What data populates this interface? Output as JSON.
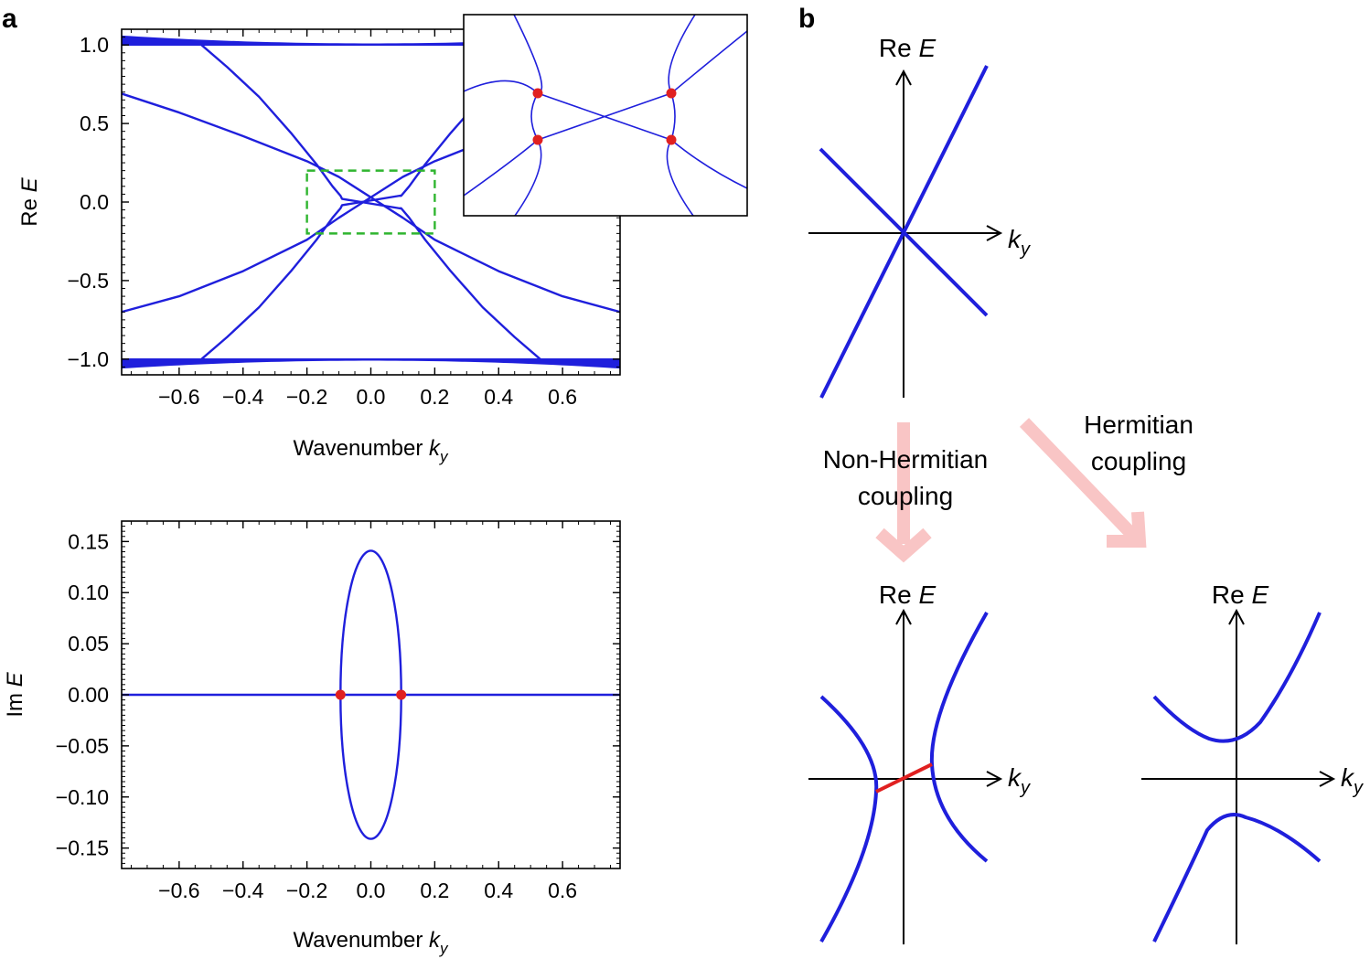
{
  "panels": {
    "a": "a",
    "b": "b"
  },
  "colors": {
    "curve": "#1f1fdc",
    "band": "#1f1fdc",
    "ep_point": "#e02020",
    "zoom_box": "#2fb52f",
    "arrow": "#f9c5c5",
    "coupling_line": "#e02020"
  },
  "chart_data": [
    {
      "type": "line",
      "ylabel_prefix": "Re",
      "ylabel_var": "E",
      "xlabel_prefix": "Wavenumber",
      "xlabel_var": "k",
      "xlabel_sub": "y",
      "xlim": [
        -0.78,
        0.78
      ],
      "ylim": [
        -1.1,
        1.1
      ],
      "xticks": [
        -0.6,
        -0.4,
        -0.2,
        0.0,
        0.2,
        0.4,
        0.6
      ],
      "xtick_labels": [
        "−0.6",
        "−0.4",
        "−0.2",
        "0.0",
        "0.2",
        "0.4",
        "0.6"
      ],
      "yticks": [
        1.0,
        0.5,
        0.0,
        -0.5,
        -1.0
      ],
      "ytick_labels": [
        "1.0",
        "0.5",
        "0.0",
        "−0.5",
        "−1.0"
      ],
      "bands": [
        {
          "edge": 1.0,
          "min_thickness": 0.01,
          "max_thickness": 0.06
        },
        {
          "edge": -1.0,
          "min_thickness": 0.01,
          "max_thickness": 0.06
        }
      ],
      "series": [
        {
          "points": [
            [
              -0.78,
              0.69
            ],
            [
              -0.6,
              0.57
            ],
            [
              -0.4,
              0.42
            ],
            [
              -0.2,
              0.26
            ],
            [
              -0.1,
              0.16
            ],
            [
              0.1,
              -0.1
            ],
            [
              0.2,
              -0.24
            ],
            [
              0.4,
              -0.44
            ],
            [
              0.6,
              -0.6
            ],
            [
              0.78,
              -0.7
            ]
          ]
        },
        {
          "points": [
            [
              -0.78,
              -0.7
            ],
            [
              -0.6,
              -0.6
            ],
            [
              -0.4,
              -0.44
            ],
            [
              -0.2,
              -0.24
            ],
            [
              -0.1,
              -0.1
            ],
            [
              0.1,
              0.16
            ],
            [
              0.2,
              0.26
            ],
            [
              0.4,
              0.42
            ],
            [
              0.6,
              0.57
            ],
            [
              0.78,
              0.69
            ]
          ]
        },
        {
          "points": [
            [
              -0.53,
              1.0
            ],
            [
              -0.45,
              0.86
            ],
            [
              -0.35,
              0.67
            ],
            [
              -0.25,
              0.44
            ],
            [
              -0.17,
              0.24
            ],
            [
              -0.12,
              0.1
            ],
            [
              -0.095,
              0.04
            ],
            [
              -0.09,
              0.02
            ],
            [
              0.09,
              -0.04
            ],
            [
              0.095,
              -0.04
            ],
            [
              0.12,
              -0.1
            ],
            [
              0.17,
              -0.24
            ],
            [
              0.25,
              -0.44
            ],
            [
              0.35,
              -0.67
            ],
            [
              0.45,
              -0.86
            ],
            [
              0.53,
              -1.0
            ]
          ]
        },
        {
          "points": [
            [
              -0.53,
              -1.0
            ],
            [
              -0.45,
              -0.86
            ],
            [
              -0.35,
              -0.67
            ],
            [
              -0.25,
              -0.44
            ],
            [
              -0.17,
              -0.24
            ],
            [
              -0.12,
              -0.1
            ],
            [
              -0.095,
              -0.04
            ],
            [
              -0.09,
              -0.02
            ],
            [
              0.09,
              0.04
            ],
            [
              0.095,
              0.04
            ],
            [
              0.12,
              0.1
            ],
            [
              0.17,
              0.24
            ],
            [
              0.25,
              0.44
            ],
            [
              0.35,
              0.67
            ],
            [
              0.45,
              0.86
            ],
            [
              0.53,
              1.0
            ]
          ]
        }
      ],
      "zoom_box": {
        "x": [
          -0.2,
          0.2
        ],
        "y": [
          -0.2,
          0.2
        ]
      },
      "inset": {
        "ep_points": 4,
        "window": "zoom of dashed region"
      }
    },
    {
      "type": "line",
      "ylabel_prefix": "Im",
      "ylabel_var": "E",
      "xlabel_prefix": "Wavenumber",
      "xlabel_var": "k",
      "xlabel_sub": "y",
      "xlim": [
        -0.78,
        0.78
      ],
      "ylim": [
        -0.17,
        0.17
      ],
      "xticks": [
        -0.6,
        -0.4,
        -0.2,
        0.0,
        0.2,
        0.4,
        0.6
      ],
      "xtick_labels": [
        "−0.6",
        "−0.4",
        "−0.2",
        "0.0",
        "0.2",
        "0.4",
        "0.6"
      ],
      "yticks": [
        0.15,
        0.1,
        0.05,
        0.0,
        -0.05,
        -0.1,
        -0.15
      ],
      "ytick_labels": [
        "0.15",
        "0.10",
        "0.05",
        "0.00",
        "−0.05",
        "−0.10",
        "−0.15"
      ],
      "series": [
        {
          "points": [
            [
              -0.78,
              0.0
            ],
            [
              0.78,
              0.0
            ]
          ]
        },
        {
          "ellipse": {
            "center": [
              0.0,
              0.0
            ],
            "rx": 0.095,
            "ry": 0.141
          }
        }
      ],
      "ep_points": [
        [
          -0.095,
          0.0
        ],
        [
          0.095,
          0.0
        ]
      ]
    }
  ],
  "schematic": {
    "re_label": "Re",
    "e_var": "E",
    "k_var": "k",
    "k_sub": "y",
    "arrow_left": [
      "Non-Hermitian",
      "coupling"
    ],
    "arrow_right": [
      "Hermitian",
      "coupling"
    ]
  }
}
